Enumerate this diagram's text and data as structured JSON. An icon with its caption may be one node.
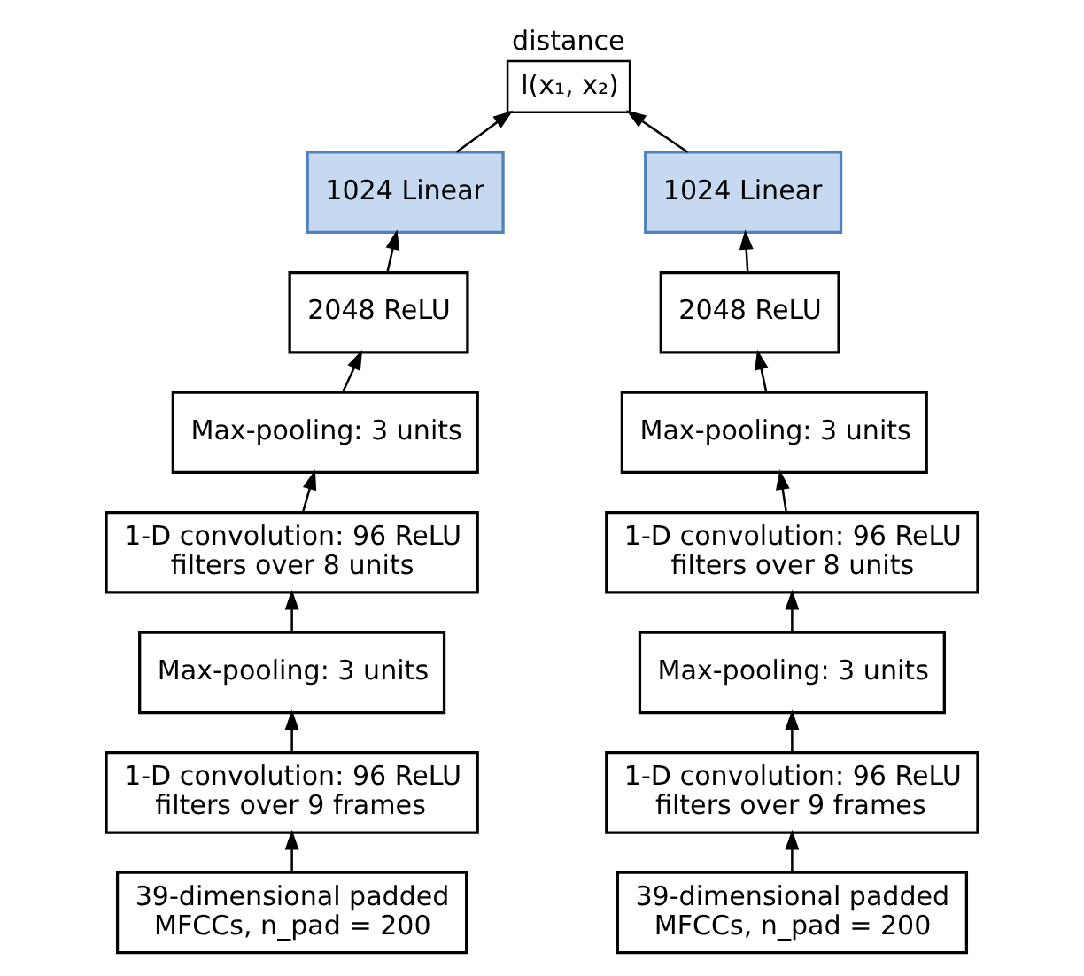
{
  "diagram": {
    "nodes": [
      {
        "text": [
          "distance",
          "l(x₁, x₂)"
        ]
      },
      {
        "text": [
          "1024 Linear"
        ]
      },
      {
        "text": [
          "2048 ReLU"
        ]
      },
      {
        "text": [
          "Max-pooling: 3 units"
        ]
      },
      {
        "text": [
          "1-D convolution: 96 ReLU filters over 8 units"
        ]
      },
      {
        "text": [
          "Max-pooling: 3 units"
        ]
      },
      {
        "text": [
          "1-D convolution: 96 ReLU filters over 9 frames"
        ]
      },
      {
        "text": [
          "39-dimensional padded MFCCs, n_pad = 200"
        ]
      },
      {
        "text": [
          "1024 Linear"
        ]
      },
      {
        "text": [
          "2048 ReLU"
        ]
      },
      {
        "text": [
          "Max-pooling: 3 units"
        ]
      },
      {
        "text": [
          "1-D convolution: 96 ReLU filters over 8 units"
        ]
      },
      {
        "text": [
          "Max-pooling: 3 units"
        ]
      },
      {
        "text": [
          "1-D convolution: 96 ReLU filters over 9 frames"
        ]
      },
      {
        "text": [
          "39-dimensional padded MFCCs, n_pad = 200"
        ]
      }
    ],
    "edges": [
      {
        "from": 7,
        "to": 6,
        "arrow": "to"
      },
      {
        "from": 6,
        "to": 5,
        "arrow": "to"
      },
      {
        "from": 5,
        "to": 4,
        "arrow": "to"
      },
      {
        "from": 4,
        "to": 3,
        "arrow": "to"
      },
      {
        "from": 3,
        "to": 2,
        "arrow": "to"
      },
      {
        "from": 2,
        "to": 1,
        "arrow": "to"
      },
      {
        "from": 1,
        "to": 0,
        "arrow": "to"
      },
      {
        "from": 14,
        "to": 13,
        "arrow": "to"
      },
      {
        "from": 13,
        "to": 12,
        "arrow": "to"
      },
      {
        "from": 12,
        "to": 11,
        "arrow": "to"
      },
      {
        "from": 11,
        "to": 10,
        "arrow": "to"
      },
      {
        "from": 10,
        "to": 9,
        "arrow": "to"
      },
      {
        "from": 9,
        "to": 8,
        "arrow": "to"
      },
      {
        "from": 8,
        "to": 0,
        "arrow": "to"
      }
    ]
  }
}
